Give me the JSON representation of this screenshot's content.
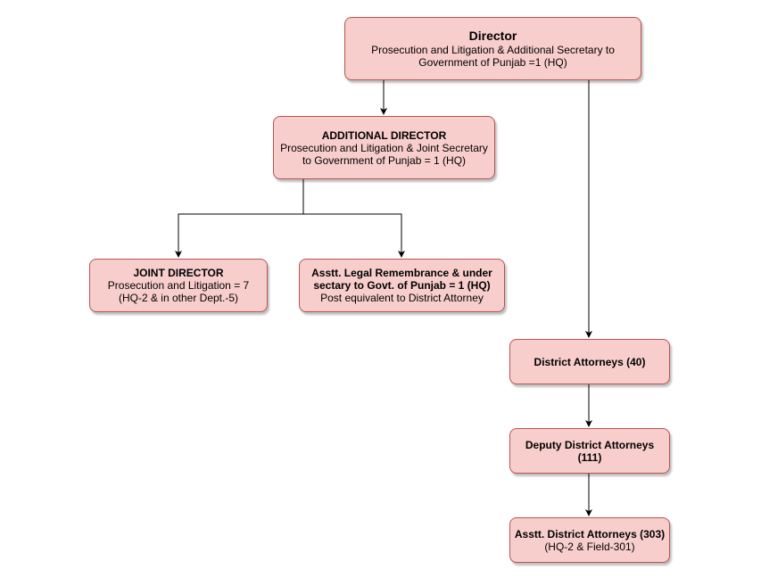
{
  "nodes": {
    "director": {
      "title": "Director",
      "line2": "Prosecution and Litigation & Additional Secretary to",
      "line3": "Government of Punjab =1 (HQ)"
    },
    "additional_director": {
      "title": "ADDITIONAL DIRECTOR",
      "line2": "Prosecution and Litigation & Joint Secretary",
      "line3": "to Government of Punjab = 1 (HQ)"
    },
    "joint_director": {
      "title": "JOINT DIRECTOR",
      "line2": "Prosecution and Litigation = 7",
      "line3": "(HQ-2 & in other Dept.-5)"
    },
    "asstt_legal": {
      "line1": "Asstt. Legal Remembrance & under",
      "line2": "sectary to Govt. of Punjab = 1 (HQ)",
      "line3": "Post equivalent to District Attorney"
    },
    "district_attorneys": {
      "title": "District Attorneys (40)"
    },
    "deputy_district_attorneys": {
      "title": "Deputy District Attorneys (111)"
    },
    "asstt_district_attorneys": {
      "title": "Asstt. District Attorneys (303)",
      "line2": "(HQ-2 & Field-301)"
    }
  },
  "colors": {
    "node_fill": "#f8cecc",
    "node_stroke": "#b85450",
    "edge": "#000000"
  }
}
